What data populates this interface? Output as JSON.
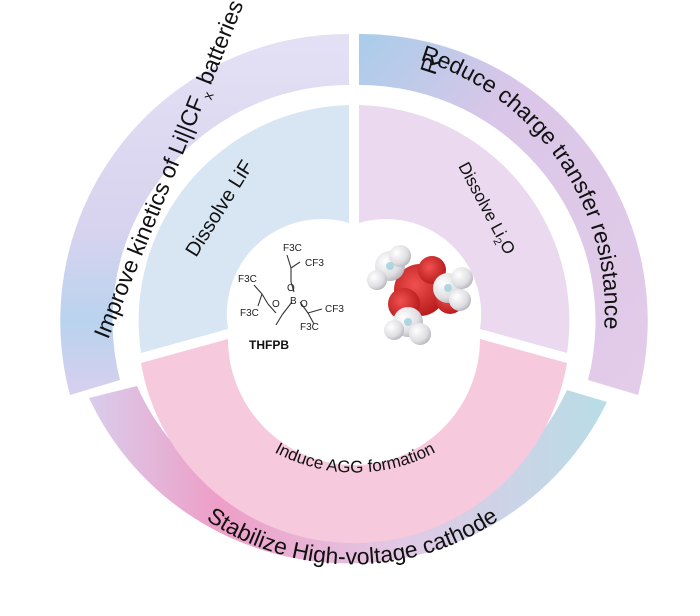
{
  "outer_ring": {
    "left_label": "Improve kinetics of Li||CF",
    "left_label_sub": "x",
    "left_label_end": " batteries",
    "right_label": "Reduce charge transfer resistance",
    "bottom_label": "Stabilize High-voltage cathode"
  },
  "inner_ring": {
    "left_label": "Dissolve LiF",
    "right_label": "Dissolve Li",
    "right_label_sub": "2",
    "right_label_end": "O",
    "bottom_label": "Induce AGG formation"
  },
  "molecule": {
    "name": "THFPB",
    "atom_b": "B",
    "atom_o": "O",
    "group_cf3": "F3C",
    "group_cf3_right": "CF3"
  },
  "colors": {
    "outer_left": "#dcd8f0",
    "outer_right": "#d9c6e6",
    "outer_bottom": "#ead2e6",
    "inner_left": "#d8e6f4",
    "inner_right": "#ead9ef",
    "inner_bottom": "#f6c9dd",
    "model_red": "#d42020",
    "model_white": "#e8e8ea"
  }
}
